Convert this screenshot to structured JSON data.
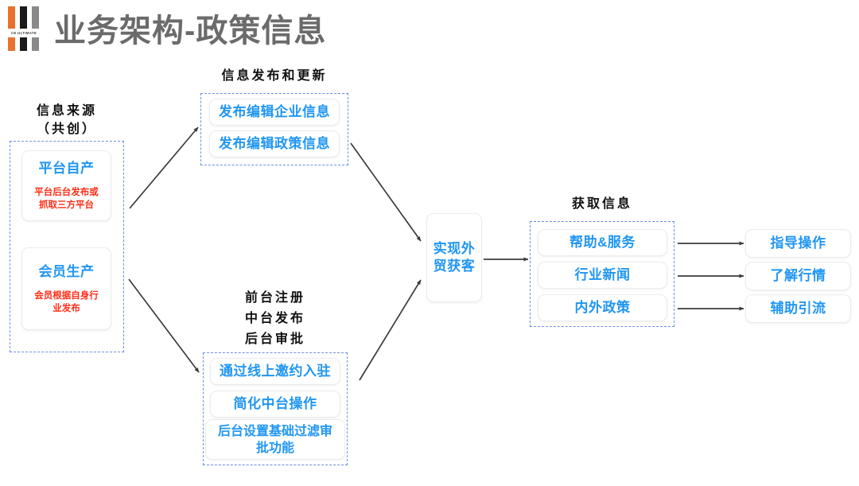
{
  "brand": {
    "logo_text": "CE ULTIMATE",
    "colors": {
      "orange": "#e8722c",
      "black": "#1a1a1a",
      "gray": "#8a8a8a"
    }
  },
  "page": {
    "title": "业务架构-政策信息",
    "title_color": "#6b6b6b",
    "accent_blue": "#2196f3",
    "accent_red": "#ff2d16",
    "group_border": "#6d8ee0"
  },
  "groups": {
    "source": {
      "heading_line1": "信息来源",
      "heading_line2": "（共创）",
      "cards": [
        {
          "title": "平台自产",
          "sub_line1": "平台后台发布或",
          "sub_line2": "抓取三方平台"
        },
        {
          "title": "会员生产",
          "sub_line1": "会员根据自身行",
          "sub_line2": "业发布"
        }
      ]
    },
    "publish": {
      "heading": "信息发布和更新",
      "cards": [
        {
          "title": "发布编辑企业信息"
        },
        {
          "title": "发布编辑政策信息"
        }
      ]
    },
    "register": {
      "heading_line1": "前台注册",
      "heading_line2": "中台发布",
      "heading_line3": "后台审批",
      "cards": [
        {
          "title": "通过线上邀约入驻"
        },
        {
          "title": "简化中台操作"
        },
        {
          "title_line1": "后台设置基础过滤审",
          "title_line2": "批功能"
        }
      ]
    },
    "center": {
      "line1": "实现外",
      "line2": "贸获客"
    },
    "acquire": {
      "heading": "获取信息",
      "cards": [
        {
          "title": "帮助&服务"
        },
        {
          "title": "行业新闻"
        },
        {
          "title": "内外政策"
        }
      ]
    },
    "outcomes": {
      "cards": [
        {
          "title": "指导操作"
        },
        {
          "title": "了解行情"
        },
        {
          "title": "辅助引流"
        }
      ]
    }
  }
}
